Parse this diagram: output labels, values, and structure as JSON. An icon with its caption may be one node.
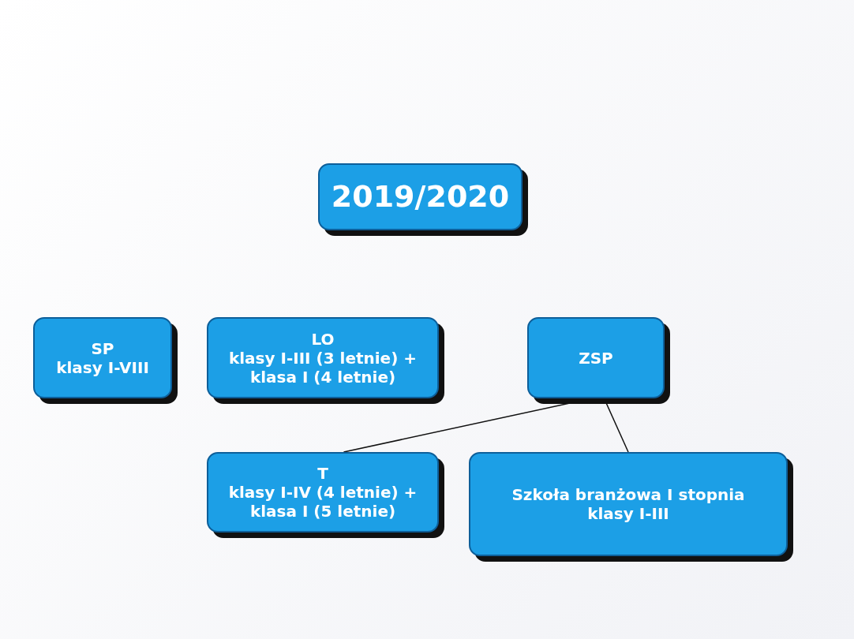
{
  "diagram": {
    "nodes": [
      {
        "text": [
          "2019/2020"
        ]
      },
      {
        "text": [
          "SP",
          "klasy I-VIII"
        ]
      },
      {
        "text": [
          "LO",
          "klasy I-III (3 letnie) + klasa I (4 letnie)"
        ]
      },
      {
        "text": [
          "ZSP"
        ]
      },
      {
        "text": [
          "T",
          "klasy I-IV (4 letnie) + klasa I (5 letnie)"
        ]
      },
      {
        "text": [
          "Szkoła branżowa I stopnia",
          "klasy I-III"
        ]
      }
    ],
    "edges": [
      {
        "from": 3,
        "to": 4,
        "arrow": "none"
      },
      {
        "from": 3,
        "to": 5,
        "arrow": "none"
      }
    ]
  }
}
